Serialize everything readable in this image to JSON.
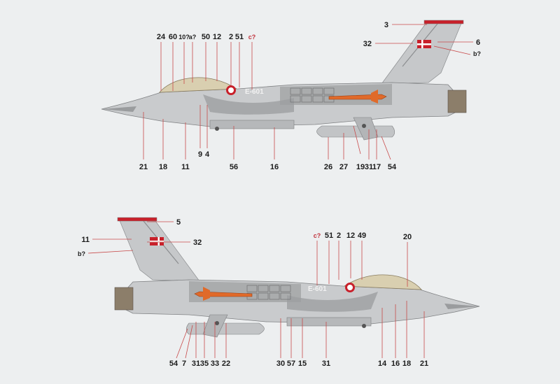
{
  "title": "F-16 decal placement diagram",
  "colors": {
    "camo_light": "#c9cbcd",
    "camo_dark": "#a7a9ab",
    "leader": "#c84a4a",
    "missile": "#e06a2a",
    "flag_red": "#c8202a"
  },
  "left_side_view": {
    "serial": "E-601",
    "labels": [
      "24",
      "60",
      "10?",
      "a?",
      "50",
      "12",
      "2",
      "51",
      "c?",
      "3",
      "32",
      "6",
      "b?",
      "21",
      "18",
      "11",
      "9",
      "4",
      "56",
      "16",
      "26",
      "27",
      "19",
      "31",
      "17",
      "54"
    ]
  },
  "right_side_view": {
    "serial": "E-601",
    "labels": [
      "5",
      "11",
      "32",
      "b?",
      "c?",
      "51",
      "2",
      "12",
      "49",
      "20",
      "54",
      "7",
      "31",
      "35",
      "33",
      "22",
      "30",
      "57",
      "15",
      "31",
      "14",
      "16",
      "18",
      "21"
    ]
  }
}
